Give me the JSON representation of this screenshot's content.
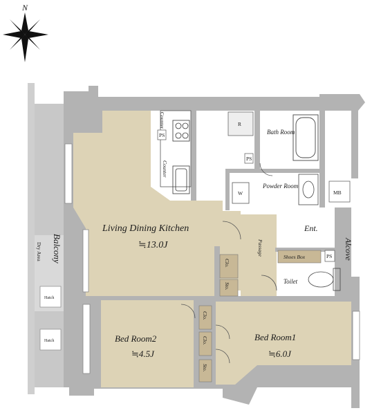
{
  "compass": {
    "north": "N"
  },
  "rooms": {
    "ldk": {
      "name": "Living Dining Kitchen",
      "size": "≒13.0J"
    },
    "bed1": {
      "name": "Bed Room1",
      "size": "≒6.0J"
    },
    "bed2": {
      "name": "Bed Room2",
      "size": "≒4.5J"
    },
    "bath": "Bath Room",
    "powder": "Powder Room",
    "entrance": "Ent.",
    "toilet": "Toilet",
    "alcove": "Alcove",
    "passage": "Passage",
    "balcony": "Balcony",
    "dry_area": "Dry Area"
  },
  "labels": {
    "counter1": "Counter",
    "counter2": "Counter",
    "ps1": "PS",
    "ps2": "PS",
    "ps3": "PS",
    "refrigerator": "R",
    "washer": "W",
    "shoes_box": "Shoes Box",
    "mb": "MB",
    "clo1": "Clo.",
    "sto1": "Sto.",
    "clo2": "Clo.",
    "clo3": "Clo.",
    "sto2": "Sto.",
    "hatch1": "Hatch",
    "hatch2": "Hatch"
  },
  "colors": {
    "wall": "#b3b3b3",
    "floor_wood": "#ddd3b6",
    "floor_white": "#ffffff",
    "fixture": "#c8b896",
    "balcony": "#c8c8c8"
  }
}
